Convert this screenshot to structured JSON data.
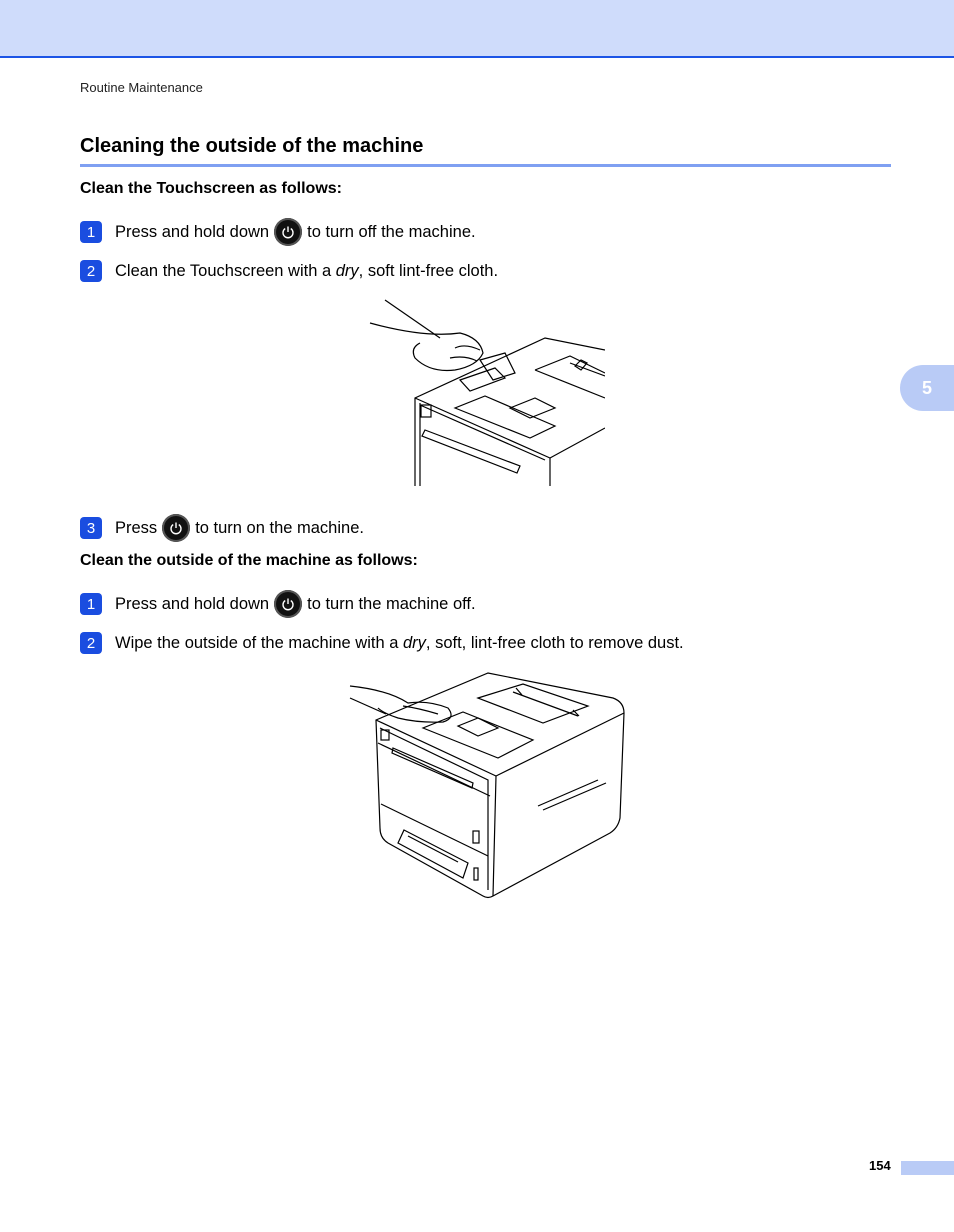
{
  "header": {
    "running_title": "Routine Maintenance"
  },
  "section": {
    "title": "Cleaning the outside of the machine"
  },
  "touchscreen": {
    "heading": "Clean the Touchscreen as follows:",
    "steps": [
      {
        "num": "1",
        "before": "Press and hold down",
        "after": "to turn off the machine."
      },
      {
        "num": "2",
        "before": "Clean the Touchscreen with a ",
        "em": "dry",
        "after": ", soft lint-free cloth."
      },
      {
        "num": "3",
        "before": "Press",
        "after": "to turn on the machine."
      }
    ]
  },
  "outside": {
    "heading": "Clean the outside of the machine as follows:",
    "steps": [
      {
        "num": "1",
        "before": "Press and hold down",
        "after": "to turn the machine off."
      },
      {
        "num": "2",
        "before": "Wipe the outside of the machine with a ",
        "em": "dry",
        "after": ", soft, lint-free cloth to remove dust."
      }
    ]
  },
  "chapter_tab": "5",
  "footer": {
    "page_number": "154"
  },
  "icons": {
    "step_marker_color": "#1a4de0",
    "power_button": "power-icon"
  }
}
